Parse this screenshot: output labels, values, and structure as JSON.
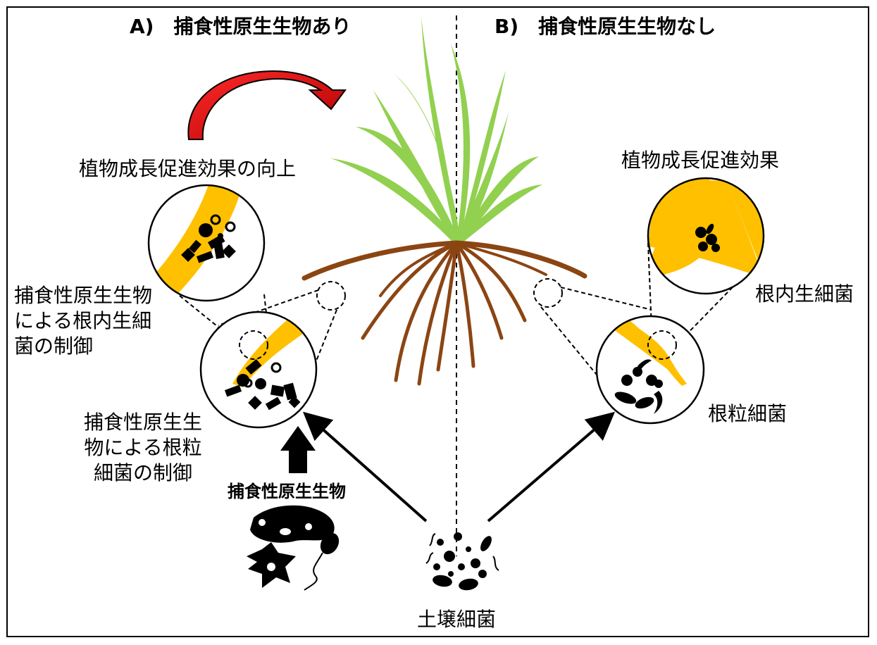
{
  "panel_a": {
    "title": "A)　捕食性原生生物あり",
    "growth_label": "植物成長促進効果の向上",
    "endophyte_control": [
      "捕食性原生生物",
      "による根内生細",
      "菌の制御"
    ],
    "rhizobacteria_control": [
      "捕食性原生生",
      "物による根粒",
      "細菌の制御"
    ],
    "protist_label": "捕食性原生生物"
  },
  "panel_b": {
    "title": "B)　捕食性原生生物なし",
    "growth_label": "植物成長促進効果",
    "endophyte_label": "根内生細菌",
    "rhizobacteria_label": "根粒細菌"
  },
  "soil_label": "土壌細菌",
  "colors": {
    "leaf": "#92d050",
    "root": "#8b4513",
    "root_tissue": "#ffc000",
    "arrow_red": "#e00000",
    "ink": "#000000"
  }
}
